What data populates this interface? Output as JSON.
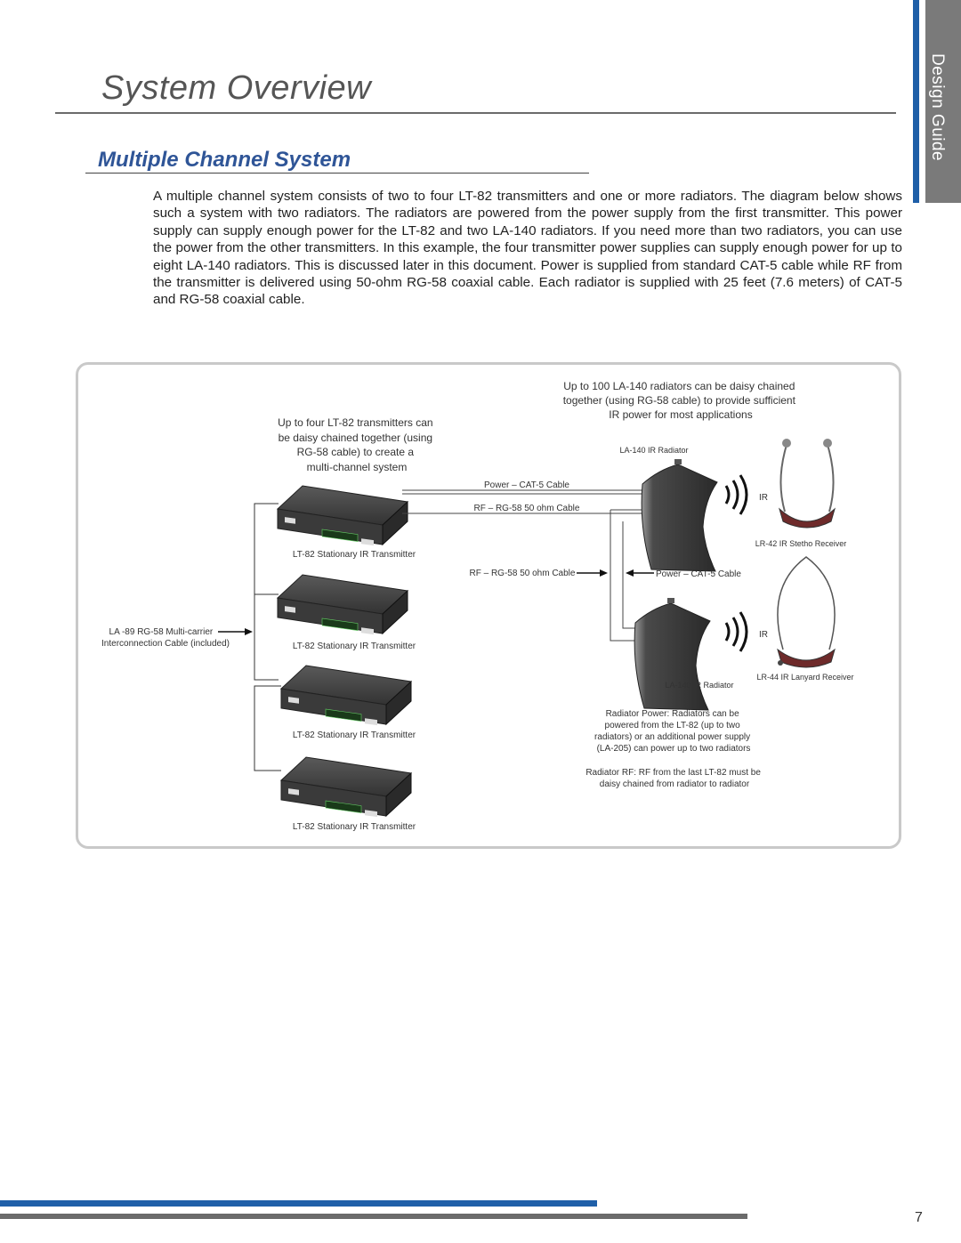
{
  "header": {
    "title": "System Overview",
    "side_tab": "Design Guide"
  },
  "section": {
    "title": "Multiple Channel System",
    "body": "A multiple channel system consists of two to four LT-82 transmitters and one or more radiators. The diagram below shows such a system with two radiators. The radiators are powered from the power supply from the first transmitter. This power supply can supply enough power for the LT-82 and two LA-140 radiators. If you need more than two radiators, you can use the power from the other transmitters. In this example, the four transmitter power supplies can supply enough power for up to eight LA-140 radiators. This is discussed later in this document. Power is supplied from standard CAT-5 cable while RF from the transmitter is delivered using 50-ohm RG-58 coaxial cable. Each radiator is supplied with 25 feet (7.6 meters) of CAT-5 and RG-58 coaxial cable."
  },
  "diagram": {
    "note_transmitters": [
      "Up to four LT-82 transmitters can",
      "be daisy chained together (using",
      "RG-58 cable) to create a",
      "multi-channel system"
    ],
    "note_radiators": [
      "Up to 100 LA-140 radiators can be daisy chained",
      "together (using RG-58 cable) to provide sufficient",
      "IR power for most applications"
    ],
    "transmitter_label": "LT-82 Stationary IR Transmitter",
    "radiator_label": "LA-140 IR Radiator",
    "power_cable": "Power – CAT-5 Cable",
    "rf_cable": "RF – RG-58 50 ohm Cable",
    "ir": "IR",
    "stetho_receiver": "LR-42 IR Stetho Receiver",
    "lanyard_receiver": "LR-44 IR Lanyard Receiver",
    "interconnect": [
      "LA -89 RG-58 Multi-carrier",
      "Interconnection Cable (included)"
    ],
    "radiator_power_note": [
      "Radiator Power:  Radiators can be",
      "powered from the LT-82 (up to two",
      "radiators) or an additional power supply",
      "(LA-205) can power up to two radiators"
    ],
    "radiator_rf_note": [
      "Radiator RF:  RF from the last LT-82 must be",
      "daisy chained from radiator to radiator"
    ]
  },
  "footer": {
    "page_number": "7"
  },
  "colors": {
    "accent_blue": "#1f5fa8",
    "heading_blue": "#2f5597",
    "gray": "#6b6b6b"
  }
}
